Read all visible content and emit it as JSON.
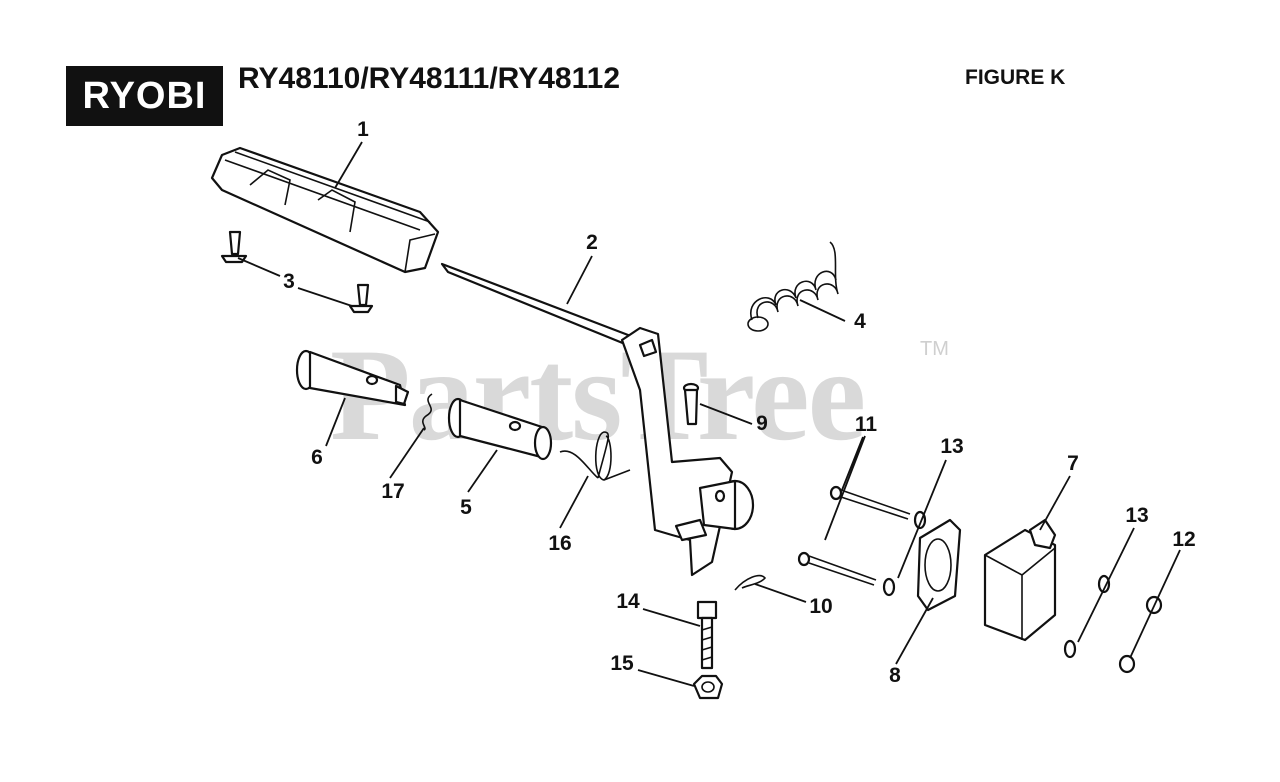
{
  "header": {
    "brand": "RYOBI",
    "model": "RY48110/RY48111/RY48112",
    "figure": "FIGURE K"
  },
  "watermark": {
    "text": "PartsTree",
    "trademark": "TM"
  },
  "callouts": {
    "c1": "1",
    "c2": "2",
    "c3": "3",
    "c4": "4",
    "c5": "5",
    "c6": "6",
    "c7": "7",
    "c8": "8",
    "c9": "9",
    "c10": "10",
    "c11": "11",
    "c12": "12",
    "c13a": "13",
    "c13b": "13",
    "c14": "14",
    "c15": "15",
    "c16": "16",
    "c17": "17"
  }
}
